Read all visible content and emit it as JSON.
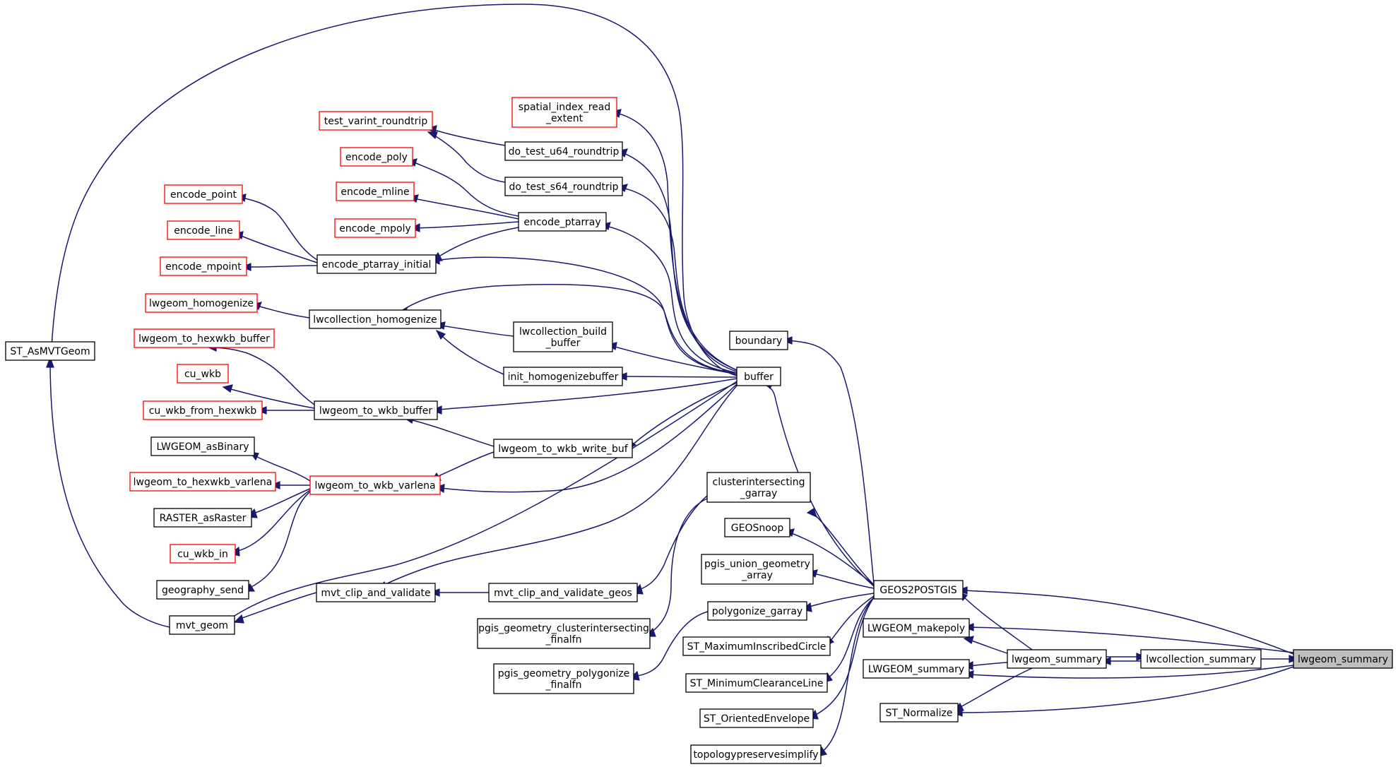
{
  "colors": {
    "edge": "#191970",
    "node_border": "#000000",
    "node_border_truncated": "#ff0000",
    "node_fill": "#ffffff",
    "node_fill_current": "#bfbfbf",
    "text": "#000000"
  },
  "nodes": [
    {
      "id": "st_asmvtgeom",
      "lines": [
        "ST_AsMVTGeom"
      ],
      "style": "normal"
    },
    {
      "id": "mvt_geom",
      "lines": [
        "mvt_geom"
      ],
      "style": "normal"
    },
    {
      "id": "test_varint_roundtrip",
      "lines": [
        "test_varint_roundtrip"
      ],
      "style": "truncated"
    },
    {
      "id": "spatial_index_read_extent",
      "lines": [
        "spatial_index_read",
        "_extent"
      ],
      "style": "truncated"
    },
    {
      "id": "do_test_u64_roundtrip",
      "lines": [
        "do_test_u64_roundtrip"
      ],
      "style": "normal"
    },
    {
      "id": "encode_poly",
      "lines": [
        "encode_poly"
      ],
      "style": "truncated"
    },
    {
      "id": "do_test_s64_roundtrip",
      "lines": [
        "do_test_s64_roundtrip"
      ],
      "style": "normal"
    },
    {
      "id": "encode_point",
      "lines": [
        "encode_point"
      ],
      "style": "truncated"
    },
    {
      "id": "encode_mline",
      "lines": [
        "encode_mline"
      ],
      "style": "truncated"
    },
    {
      "id": "encode_ptarray",
      "lines": [
        "encode_ptarray"
      ],
      "style": "normal"
    },
    {
      "id": "encode_line",
      "lines": [
        "encode_line"
      ],
      "style": "truncated"
    },
    {
      "id": "encode_mpoly",
      "lines": [
        "encode_mpoly"
      ],
      "style": "truncated"
    },
    {
      "id": "encode_mpoint",
      "lines": [
        "encode_mpoint"
      ],
      "style": "truncated"
    },
    {
      "id": "encode_ptarray_initial",
      "lines": [
        "encode_ptarray_initial"
      ],
      "style": "normal"
    },
    {
      "id": "lwgeom_homogenize",
      "lines": [
        "lwgeom_homogenize"
      ],
      "style": "truncated"
    },
    {
      "id": "lwcollection_homogenize",
      "lines": [
        "lwcollection_homogenize"
      ],
      "style": "normal"
    },
    {
      "id": "lwcollection_build_buffer",
      "lines": [
        "lwcollection_build",
        "_buffer"
      ],
      "style": "normal"
    },
    {
      "id": "lwgeom_to_hexwkb_buffer",
      "lines": [
        "lwgeom_to_hexwkb_buffer"
      ],
      "style": "truncated"
    },
    {
      "id": "boundary",
      "lines": [
        "boundary"
      ],
      "style": "normal"
    },
    {
      "id": "cu_wkb",
      "lines": [
        "cu_wkb"
      ],
      "style": "truncated"
    },
    {
      "id": "init_homogenizebuffer",
      "lines": [
        "init_homogenizebuffer"
      ],
      "style": "normal"
    },
    {
      "id": "buffer",
      "lines": [
        "buffer"
      ],
      "style": "normal"
    },
    {
      "id": "cu_wkb_from_hexwkb",
      "lines": [
        "cu_wkb_from_hexwkb"
      ],
      "style": "truncated"
    },
    {
      "id": "lwgeom_to_wkb_buffer",
      "lines": [
        "lwgeom_to_wkb_buffer"
      ],
      "style": "normal"
    },
    {
      "id": "lwgeom_asbinary",
      "lines": [
        "LWGEOM_asBinary"
      ],
      "style": "normal"
    },
    {
      "id": "lwgeom_to_wkb_write_buf",
      "lines": [
        "lwgeom_to_wkb_write_buf"
      ],
      "style": "normal"
    },
    {
      "id": "clusterintersecting_garray",
      "lines": [
        "clusterintersecting",
        "_garray"
      ],
      "style": "normal"
    },
    {
      "id": "lwgeom_to_hexwkb_varlena",
      "lines": [
        "lwgeom_to_hexwkb_varlena"
      ],
      "style": "truncated"
    },
    {
      "id": "lwgeom_to_wkb_varlena",
      "lines": [
        "lwgeom_to_wkb_varlena"
      ],
      "style": "truncated"
    },
    {
      "id": "raster_asraster",
      "lines": [
        "RASTER_asRaster"
      ],
      "style": "normal"
    },
    {
      "id": "geossnoop",
      "lines": [
        "GEOSnoop"
      ],
      "style": "normal"
    },
    {
      "id": "cu_wkb_in",
      "lines": [
        "cu_wkb_in"
      ],
      "style": "truncated"
    },
    {
      "id": "pgis_union_geometry_array",
      "lines": [
        "pgis_union_geometry",
        "_array"
      ],
      "style": "normal"
    },
    {
      "id": "geography_send",
      "lines": [
        "geography_send"
      ],
      "style": "normal"
    },
    {
      "id": "mvt_clip_and_validate",
      "lines": [
        "mvt_clip_and_validate"
      ],
      "style": "normal"
    },
    {
      "id": "mvt_clip_and_validate_geos",
      "lines": [
        "mvt_clip_and_validate_geos"
      ],
      "style": "normal"
    },
    {
      "id": "geos2postgis",
      "lines": [
        "GEOS2POSTGIS"
      ],
      "style": "normal"
    },
    {
      "id": "polygonize_garray",
      "lines": [
        "polygonize_garray"
      ],
      "style": "normal"
    },
    {
      "id": "pgis_geometry_clusterintersecting_finalfn",
      "lines": [
        "pgis_geometry_clusterintersecting",
        "_finalfn"
      ],
      "style": "normal"
    },
    {
      "id": "lwgeom_makepoly",
      "lines": [
        "LWGEOM_makepoly"
      ],
      "style": "normal"
    },
    {
      "id": "st_maximuminscribedcircle",
      "lines": [
        "ST_MaximumInscribedCircle"
      ],
      "style": "normal"
    },
    {
      "id": "lwgeom_summary_mid",
      "lines": [
        "lwgeom_summary"
      ],
      "style": "normal"
    },
    {
      "id": "lwcollection_summary",
      "lines": [
        "lwcollection_summary"
      ],
      "style": "normal"
    },
    {
      "id": "lwgeom_summary_root",
      "lines": [
        "lwgeom_summary"
      ],
      "style": "current"
    },
    {
      "id": "lwgeom_summary_caller",
      "lines": [
        "LWGEOM_summary"
      ],
      "style": "normal"
    },
    {
      "id": "pgis_geometry_polygonize_finalfn",
      "lines": [
        "pgis_geometry_polygonize",
        "_finalfn"
      ],
      "style": "normal"
    },
    {
      "id": "st_minimumclearanceline",
      "lines": [
        "ST_MinimumClearanceLine"
      ],
      "style": "normal"
    },
    {
      "id": "st_normalize",
      "lines": [
        "ST_Normalize"
      ],
      "style": "normal"
    },
    {
      "id": "st_orientedenvelope",
      "lines": [
        "ST_OrientedEnvelope"
      ],
      "style": "normal"
    },
    {
      "id": "topologypreservesimplify",
      "lines": [
        "topologypreservesimplify"
      ],
      "style": "normal"
    }
  ],
  "edges": [
    [
      "mvt_geom",
      "st_asmvtgeom"
    ],
    [
      "buffer",
      "st_asmvtgeom"
    ],
    [
      "buffer",
      "mvt_geom"
    ],
    [
      "mvt_clip_and_validate",
      "mvt_geom"
    ],
    [
      "do_test_u64_roundtrip",
      "test_varint_roundtrip"
    ],
    [
      "do_test_s64_roundtrip",
      "test_varint_roundtrip"
    ],
    [
      "buffer",
      "spatial_index_read_extent"
    ],
    [
      "buffer",
      "do_test_u64_roundtrip"
    ],
    [
      "buffer",
      "do_test_s64_roundtrip"
    ],
    [
      "encode_ptarray",
      "encode_poly"
    ],
    [
      "encode_ptarray",
      "encode_mline"
    ],
    [
      "encode_ptarray",
      "encode_mpoly"
    ],
    [
      "encode_ptarray",
      "encode_ptarray_initial"
    ],
    [
      "buffer",
      "encode_ptarray"
    ],
    [
      "encode_ptarray_initial",
      "encode_point"
    ],
    [
      "encode_ptarray_initial",
      "encode_line"
    ],
    [
      "encode_ptarray_initial",
      "encode_mpoint"
    ],
    [
      "buffer",
      "encode_ptarray_initial"
    ],
    [
      "lwcollection_homogenize",
      "lwgeom_homogenize"
    ],
    [
      "lwcollection_build_buffer",
      "lwcollection_homogenize"
    ],
    [
      "init_homogenizebuffer",
      "lwcollection_homogenize"
    ],
    [
      "buffer",
      "lwcollection_homogenize"
    ],
    [
      "buffer",
      "lwcollection_build_buffer"
    ],
    [
      "buffer",
      "init_homogenizebuffer"
    ],
    [
      "lwgeom_to_wkb_buffer",
      "lwgeom_to_hexwkb_buffer"
    ],
    [
      "lwgeom_to_wkb_buffer",
      "cu_wkb"
    ],
    [
      "lwgeom_to_wkb_buffer",
      "cu_wkb_from_hexwkb"
    ],
    [
      "buffer",
      "lwgeom_to_wkb_buffer"
    ],
    [
      "lwgeom_to_wkb_write_buf",
      "lwgeom_to_wkb_buffer"
    ],
    [
      "buffer",
      "lwgeom_to_wkb_write_buf"
    ],
    [
      "lwgeom_to_wkb_write_buf",
      "lwgeom_to_wkb_varlena"
    ],
    [
      "lwgeom_to_wkb_varlena",
      "lwgeom_asbinary"
    ],
    [
      "lwgeom_to_wkb_varlena",
      "lwgeom_to_hexwkb_varlena"
    ],
    [
      "lwgeom_to_wkb_varlena",
      "raster_asraster"
    ],
    [
      "lwgeom_to_wkb_varlena",
      "cu_wkb_in"
    ],
    [
      "lwgeom_to_wkb_varlena",
      "geography_send"
    ],
    [
      "buffer",
      "lwgeom_to_wkb_varlena"
    ],
    [
      "buffer",
      "mvt_clip_and_validate"
    ],
    [
      "mvt_clip_and_validate_geos",
      "mvt_clip_and_validate"
    ],
    [
      "geos2postgis",
      "buffer"
    ],
    [
      "geos2postgis",
      "boundary"
    ],
    [
      "geos2postgis",
      "clusterintersecting_garray"
    ],
    [
      "clusterintersecting_garray",
      "mvt_clip_and_validate_geos"
    ],
    [
      "clusterintersecting_garray",
      "pgis_geometry_clusterintersecting_finalfn"
    ],
    [
      "geos2postgis",
      "geossnoop"
    ],
    [
      "geos2postgis",
      "pgis_union_geometry_array"
    ],
    [
      "geos2postgis",
      "polygonize_garray"
    ],
    [
      "polygonize_garray",
      "pgis_geometry_polygonize_finalfn"
    ],
    [
      "geos2postgis",
      "st_maximuminscribedcircle"
    ],
    [
      "geos2postgis",
      "st_minimumclearanceline"
    ],
    [
      "geos2postgis",
      "st_orientedenvelope"
    ],
    [
      "geos2postgis",
      "topologypreservesimplify"
    ],
    [
      "lwgeom_summary_mid",
      "geos2postgis"
    ],
    [
      "lwgeom_summary_mid",
      "lwgeom_makepoly"
    ],
    [
      "lwgeom_summary_mid",
      "lwgeom_summary_caller"
    ],
    [
      "lwgeom_summary_mid",
      "st_normalize"
    ],
    [
      "lwgeom_summary_mid",
      "lwcollection_summary"
    ],
    [
      "lwcollection_summary",
      "lwgeom_summary_mid"
    ],
    [
      "lwgeom_summary_root",
      "geos2postgis"
    ],
    [
      "lwgeom_summary_root",
      "lwgeom_makepoly"
    ],
    [
      "lwgeom_summary_root",
      "lwcollection_summary"
    ],
    [
      "lwgeom_summary_root",
      "lwgeom_summary_caller"
    ],
    [
      "lwgeom_summary_root",
      "st_normalize"
    ]
  ]
}
